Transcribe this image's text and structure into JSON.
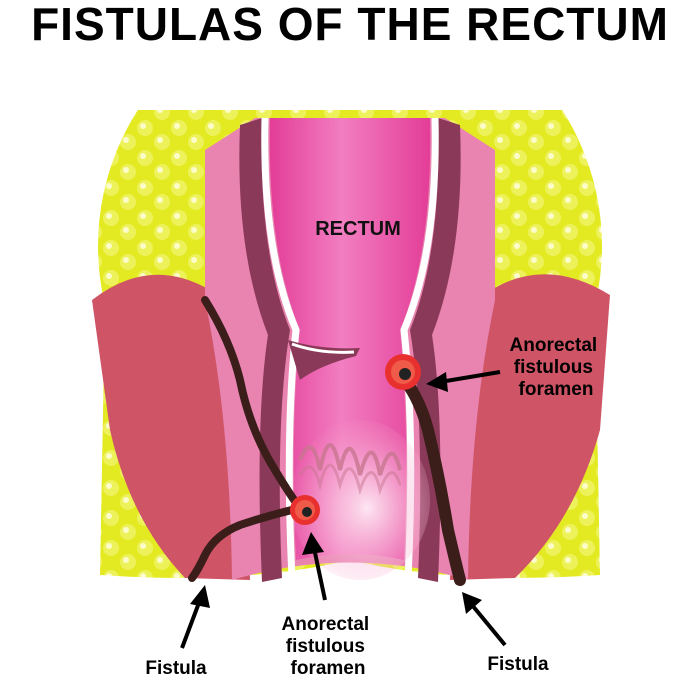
{
  "title": "FISTULAS OF THE RECTUM",
  "organ_label": "RECTUM",
  "labels": {
    "foramen_right": [
      "Anorectal",
      "fistulous",
      "foramen"
    ],
    "foramen_bottom": [
      "Anorectal",
      "fistulous",
      "foramen"
    ],
    "fistula_left": "Fistula",
    "fistula_right": "Fistula"
  },
  "colors": {
    "fat": "#e8ee2a",
    "fat_bubble": "#f4f79a",
    "muscle": "#cf5566",
    "wall_outer": "#e983b0",
    "wall_dark": "#8a3a58",
    "lumen": "#ef4fa3",
    "fistula": "#3b1d1a",
    "foramen": "#e8302f"
  }
}
